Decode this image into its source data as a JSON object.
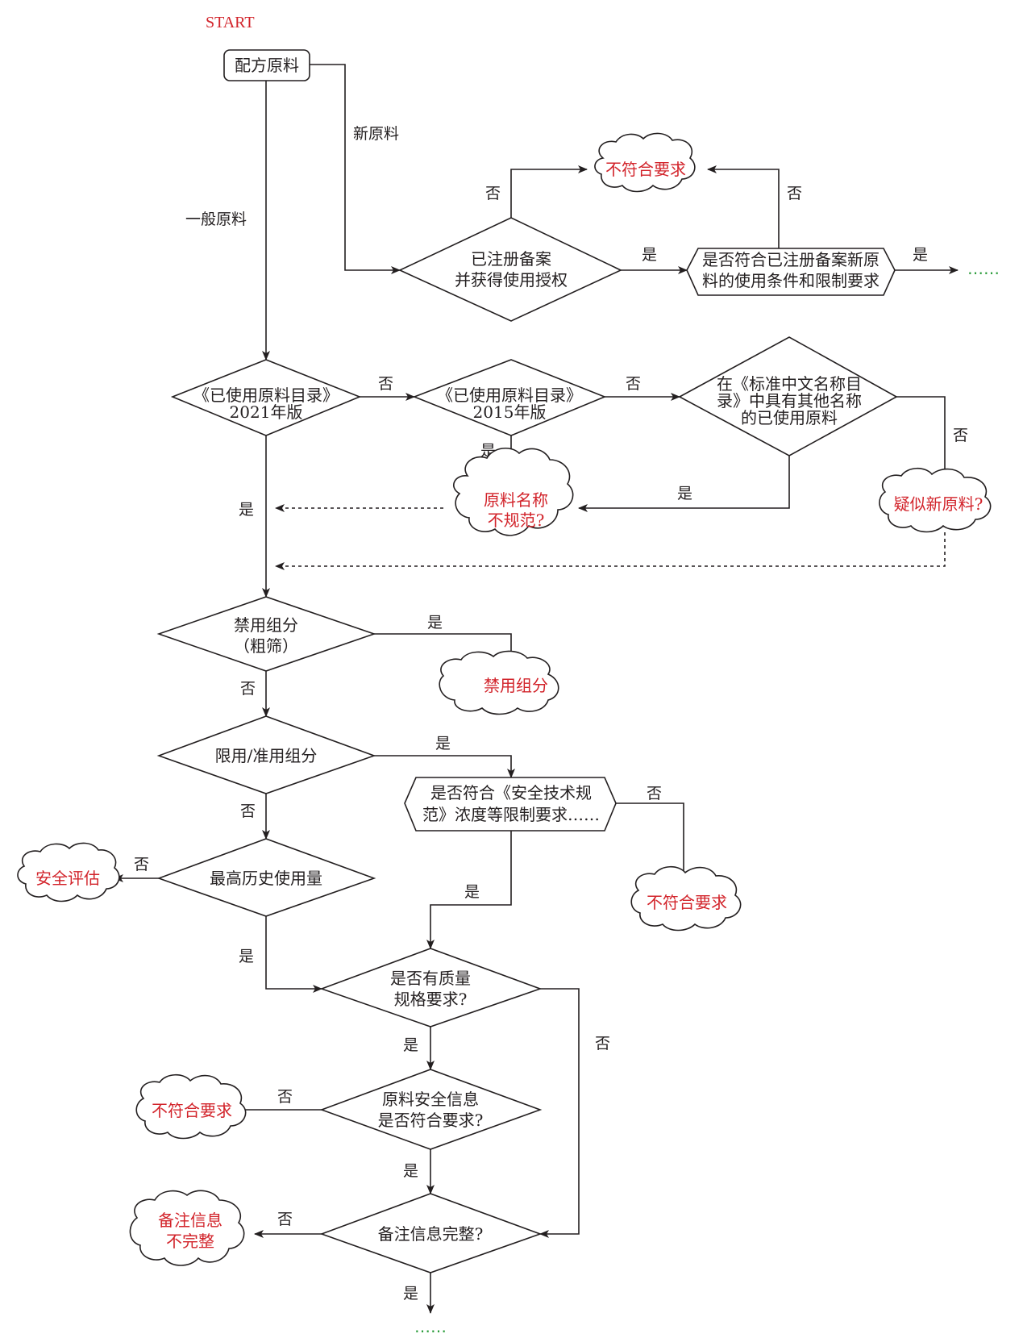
{
  "start_label": "START",
  "colors": {
    "stroke": "#231f20",
    "accent_red": "#d2232a",
    "ellipsis_green": "#2e9e3e"
  },
  "nodes": {
    "formula_material": "配方原料",
    "registered_l1": "已注册备案",
    "registered_l2": "并获得使用授权",
    "meets_new_l1": "是否符合已注册备案新原",
    "meets_new_l2": "料的使用条件和限制要求",
    "catalog2021_l1": "《已使用原料目录》",
    "catalog2021_l2": "2021年版",
    "catalog2015_l1": "《已使用原料目录》",
    "catalog2015_l2": "2015年版",
    "std_names_l1": "在《标准中文名称目",
    "std_names_l2": "录》中具有其他名称",
    "std_names_l3": "的已使用原料",
    "prohibited_l1": "禁用组分",
    "prohibited_l2": "（粗筛）",
    "restricted": "限用/准用组分",
    "safety_spec_l1": "是否符合《安全技术规",
    "safety_spec_l2": "范》浓度等限制要求……",
    "max_usage": "最高历史使用量",
    "quality_l1": "是否有质量",
    "quality_l2": "规格要求?",
    "safety_info_l1": "原料安全信息",
    "safety_info_l2": "是否符合要求?",
    "filing_complete": "备注信息完整?"
  },
  "outcomes": {
    "noncompliant_top": "不符合要求",
    "name_nonstandard_l1": "原料名称",
    "name_nonstandard_l2": "不规范?",
    "suspected_new": "疑似新原料?",
    "prohibited": "禁用组分",
    "safety_assessment": "安全评估",
    "noncompliant_mid": "不符合要求",
    "noncompliant_low": "不符合要求",
    "filing_incomplete_l1": "备注信息",
    "filing_incomplete_l2": "不完整"
  },
  "edges": {
    "new_material": "新原料",
    "general_material": "一般原料",
    "yes": "是",
    "no": "否"
  },
  "ellipsis": "……"
}
